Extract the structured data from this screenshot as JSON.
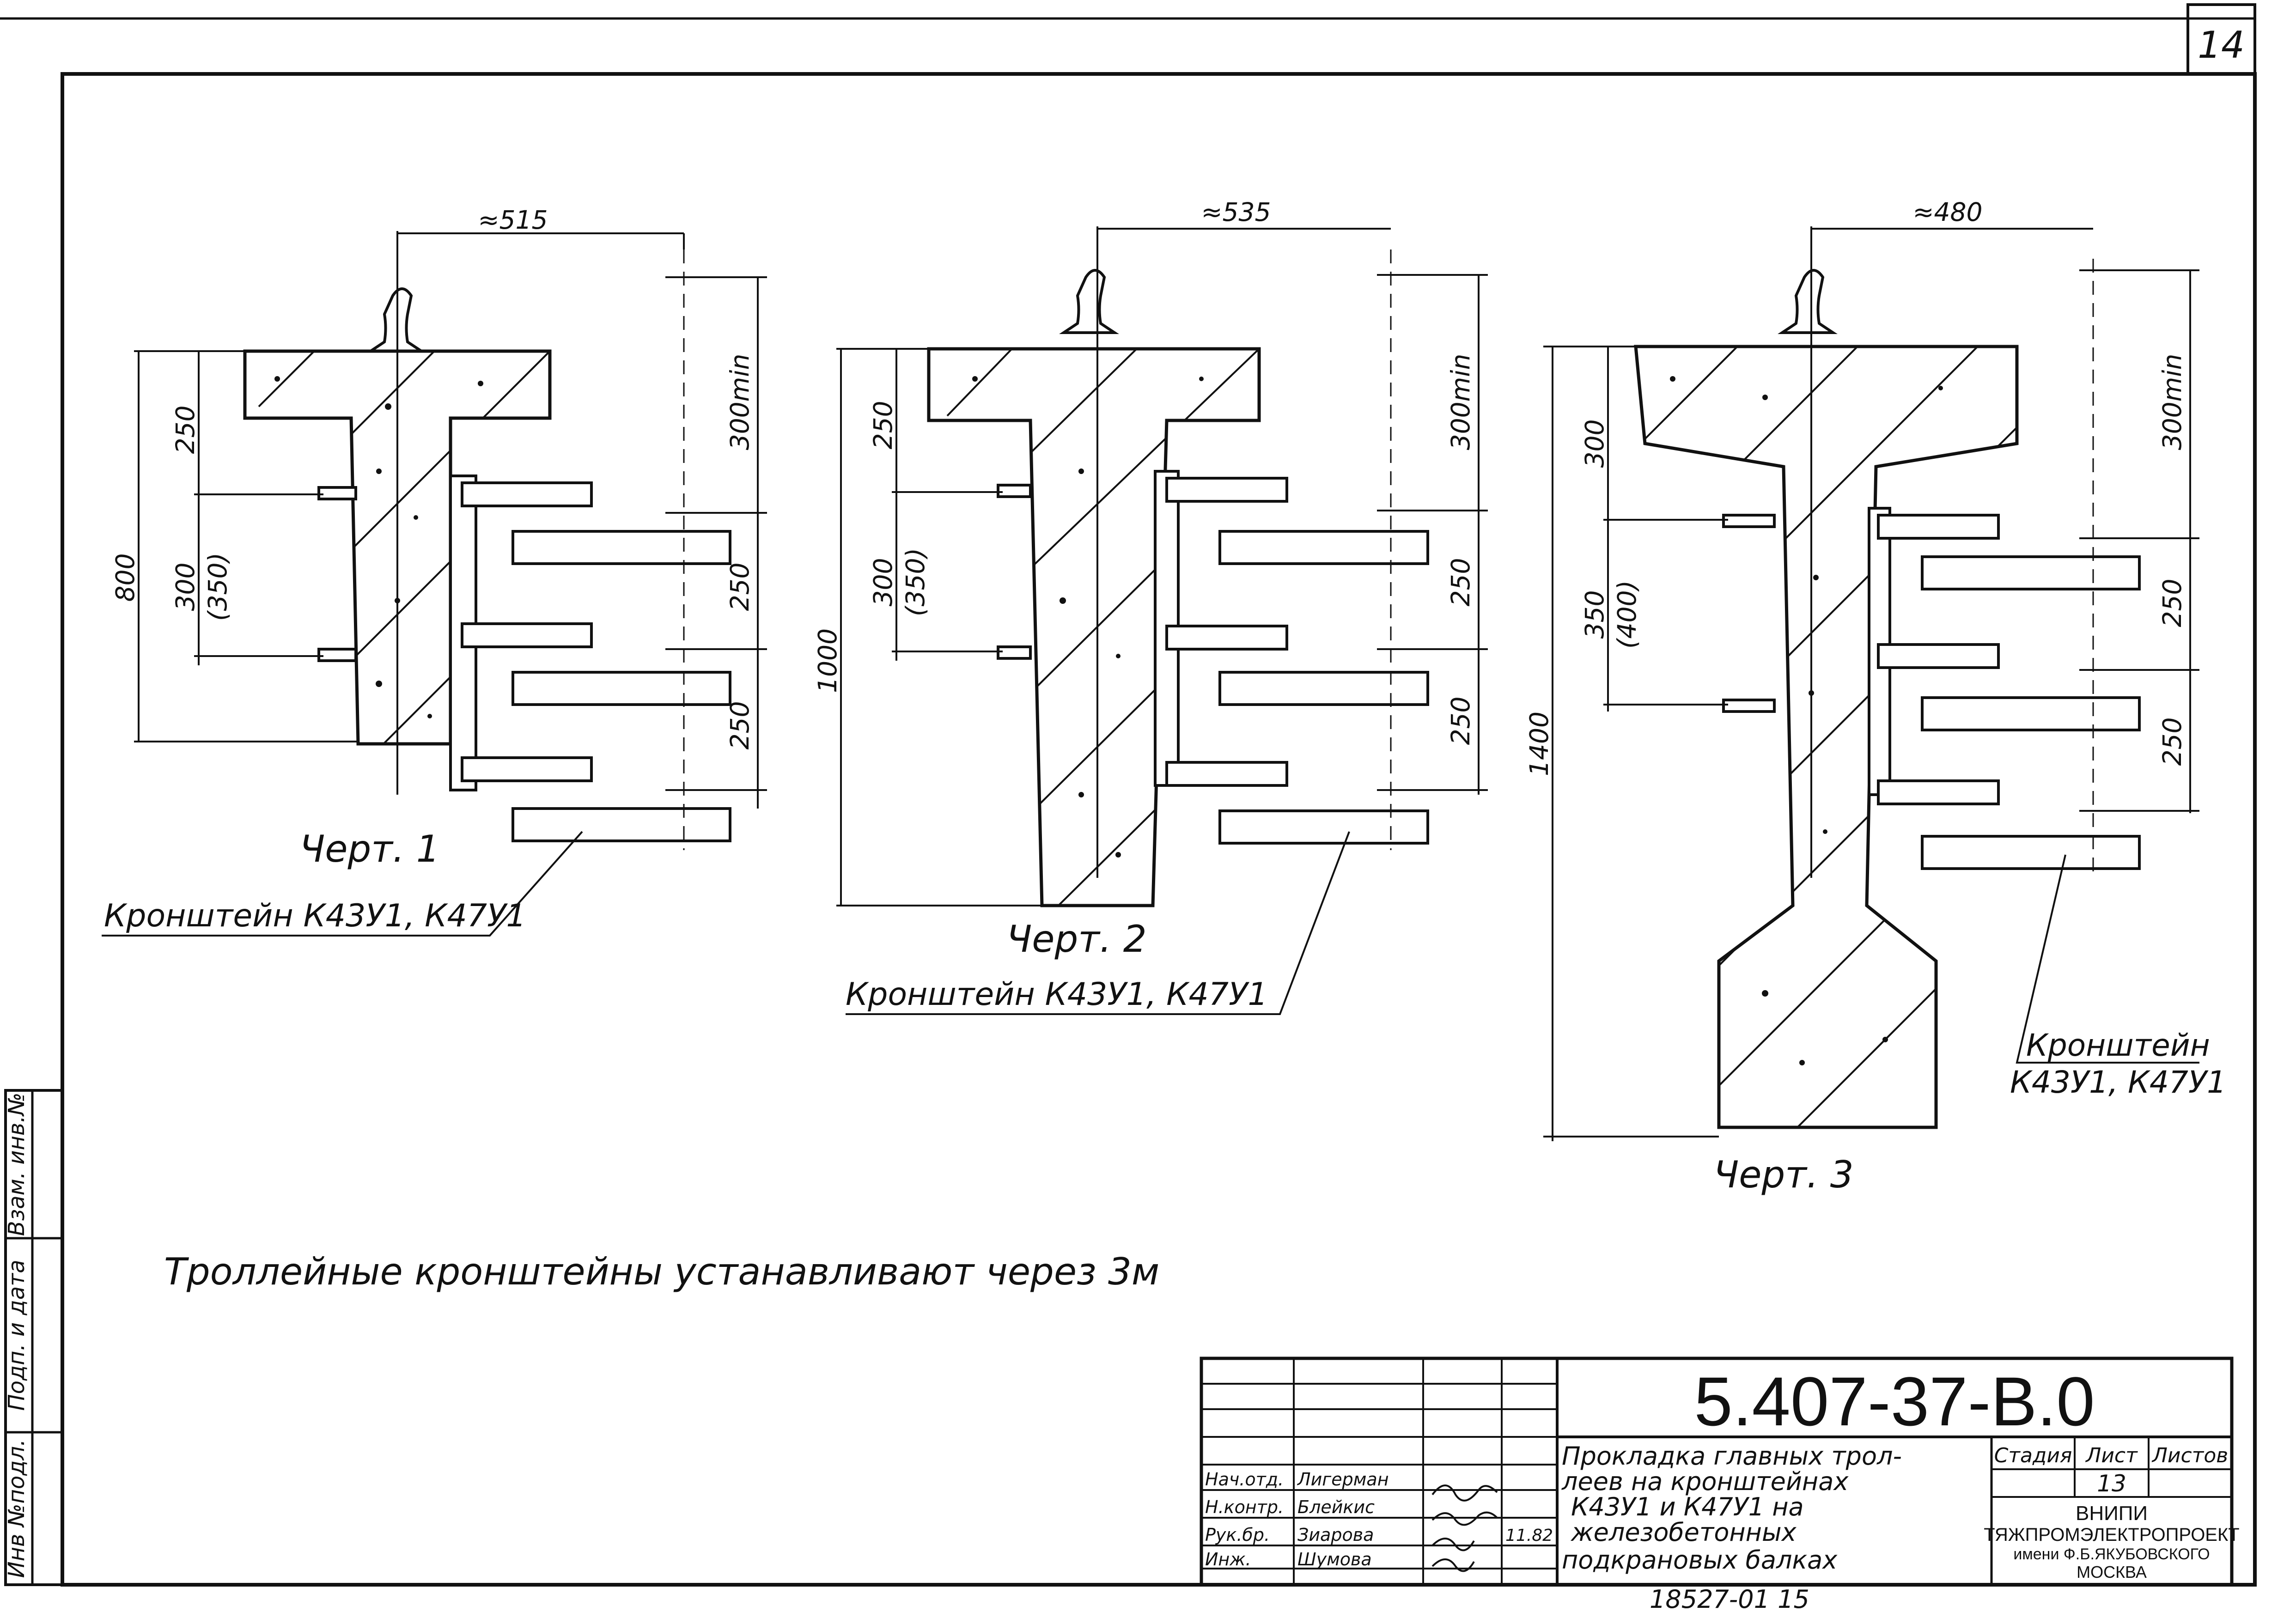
{
  "sheet_number": "14",
  "drawings": [
    {
      "caption": "Черт. 1",
      "label": "Кронштейн К43У1, К47У1",
      "dims": {
        "top_width": "≈515",
        "height": "800",
        "upper": "250",
        "mid": "300",
        "mid_alt": "(350)",
        "right_top": "300min",
        "right_mid": "250",
        "right_bot": "250"
      }
    },
    {
      "caption": "Черт. 2",
      "label": "Кронштейн К43У1, К47У1",
      "dims": {
        "top_width": "≈535",
        "height": "1000",
        "upper": "250",
        "mid": "300",
        "mid_alt": "(350)",
        "right_top": "300min",
        "right_mid": "250",
        "right_bot": "250"
      }
    },
    {
      "caption": "Черт. 3",
      "label_line1": "Кронштейн",
      "label_line2": "К43У1, К47У1",
      "dims": {
        "top_width": "≈480",
        "height": "1400",
        "upper": "300",
        "mid": "350",
        "mid_alt": "(400)",
        "right_top": "300min",
        "right_mid": "250",
        "right_bot": "250"
      }
    }
  ],
  "note": "Троллейные кронштейны устанавливают через 3м",
  "side_stamp": [
    "Взам. инв.№",
    "Подп. и дата",
    "Инв №подл."
  ],
  "title_block": {
    "code": "5.407-37-В.0",
    "title_lines": [
      "Прокладка главных трол-",
      "леев на кронштейнах",
      "К43У1 и К47У1  на",
      "железобетонных",
      "подкрановых балках"
    ],
    "headers": [
      "Стадия",
      "Лист",
      "Листов"
    ],
    "sheet": "13",
    "org_lines": [
      "ВНИПИ",
      "ТЯЖПРОМЭЛЕКТРОПРОЕКТ",
      "имени Ф.Б.ЯКУБОВСКОГО",
      "МОСКВА"
    ],
    "roles": [
      {
        "role": "Нач.отд.",
        "name": "Лигерман"
      },
      {
        "role": "Н.контр.",
        "name": "Блейкис"
      },
      {
        "role": "Рук.бр.",
        "name": "Зиарова",
        "date": "11.82"
      },
      {
        "role": "Инж.",
        "name": "Шумова"
      }
    ]
  },
  "footer_number": "18527-01  15"
}
